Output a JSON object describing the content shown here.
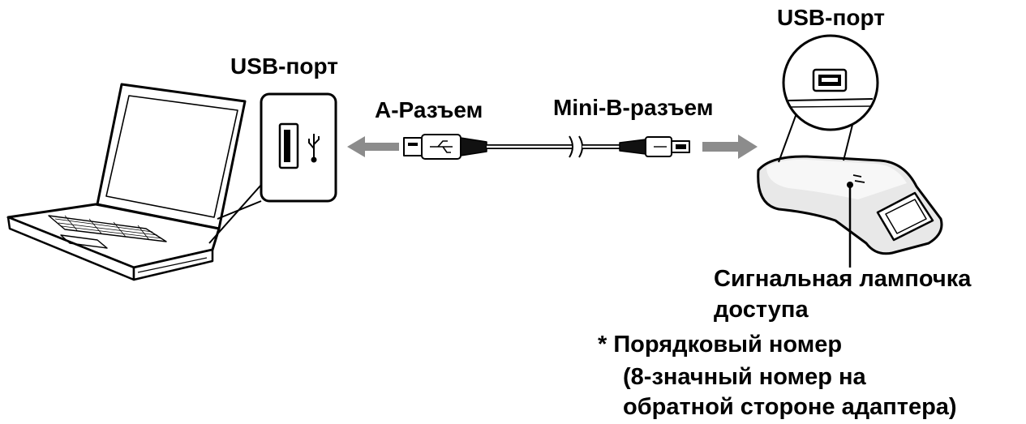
{
  "labels": {
    "usb_port_computer": "USB-порт",
    "usb_port_adapter": "USB-порт",
    "connector_a": "A-Разъем",
    "connector_mini_b": "Mini-B-разъем",
    "access_lamp_line1": "Сигнальная лампочка",
    "access_lamp_line2": "доступа",
    "serial_number": "* Порядковый номер",
    "serial_note_line1": "(8-значный номер на",
    "serial_note_line2": "обратной стороне адаптера)"
  },
  "icons": [
    "laptop-icon",
    "usb-port-icon",
    "usb-symbol-icon",
    "arrow-left-icon",
    "arrow-right-icon",
    "usb-cable-icon",
    "adapter-icon",
    "mini-usb-port-icon"
  ],
  "colors": {
    "ink": "#000000",
    "arrow": "#8c8c8c",
    "background": "#ffffff"
  }
}
